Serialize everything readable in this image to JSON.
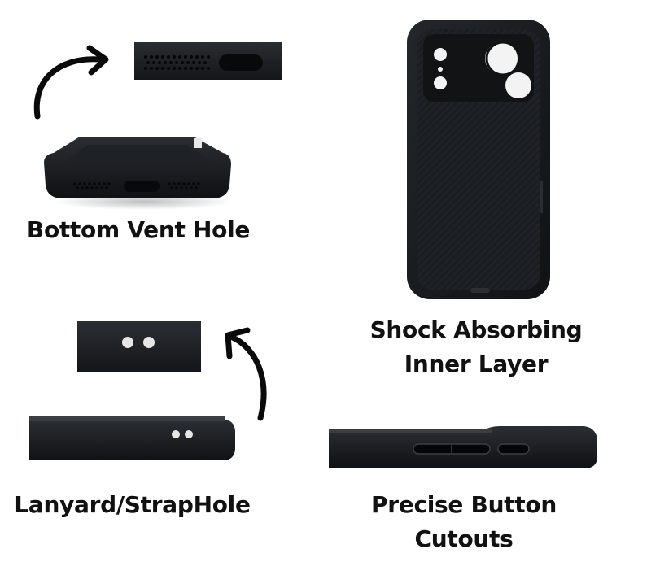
{
  "labels": {
    "bottom_vent": "Bottom Vent Hole",
    "shock_line1": "Shock Absorbing",
    "shock_line2": "Inner Layer",
    "lanyard": "Lanyard/StrapHole",
    "button_line1": "Precise Button",
    "button_line2": "Cutouts"
  },
  "colors": {
    "case_black": "#15171a",
    "case_dark": "#22252a",
    "hole_white": "#f2f2f2",
    "text": "#111111"
  }
}
